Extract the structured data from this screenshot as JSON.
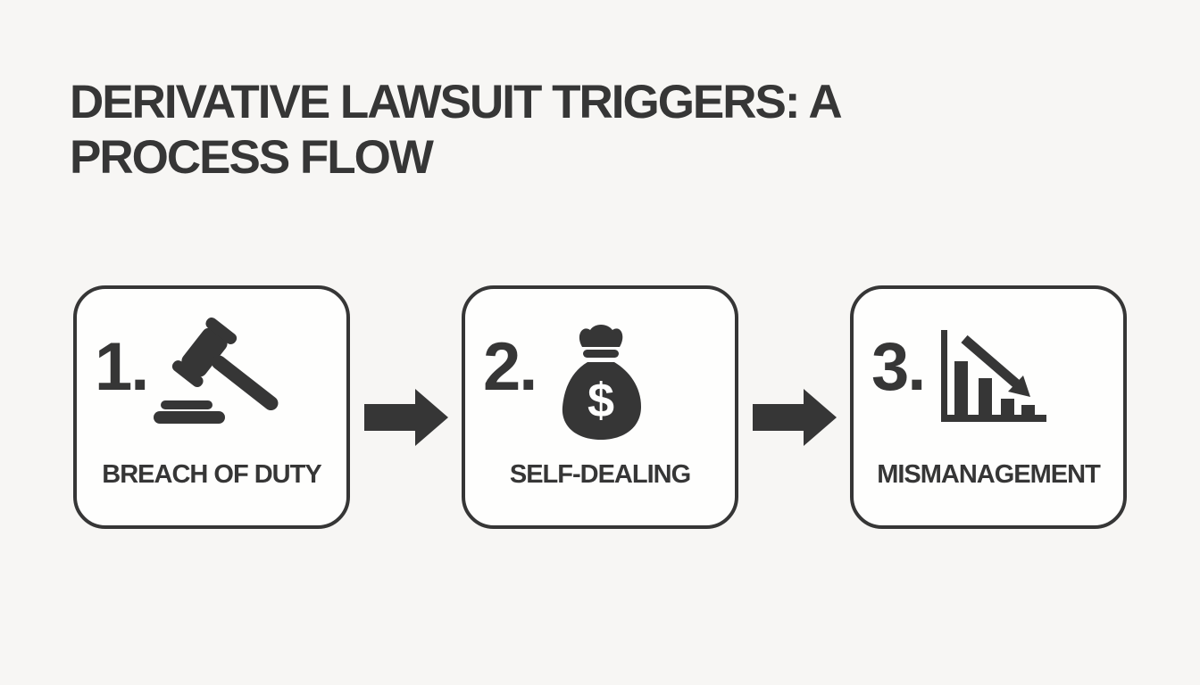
{
  "page": {
    "colors": {
      "ink": "#363636",
      "page-bg": "#f7f6f4",
      "box-bg": "#fefefd",
      "border": "#363636"
    }
  },
  "title": {
    "text": "DERIVATIVE LAWSUIT TRIGGERS: A PROCESS FLOW",
    "lines": [
      "DERIVATIVE LAWSUIT TRIGGERS: A",
      "PROCESS FLOW"
    ]
  },
  "flow": {
    "steps": [
      {
        "number": "1.",
        "icon": "gavel-icon",
        "label": "BREACH OF DUTY"
      },
      {
        "number": "2.",
        "icon": "money-bag-icon",
        "icon_symbol": "$",
        "label": "SELF-DEALING"
      },
      {
        "number": "3.",
        "icon": "declining-chart-icon",
        "label": "MISMANAGEMENT"
      }
    ],
    "connector_icon": "arrow-right-icon"
  }
}
